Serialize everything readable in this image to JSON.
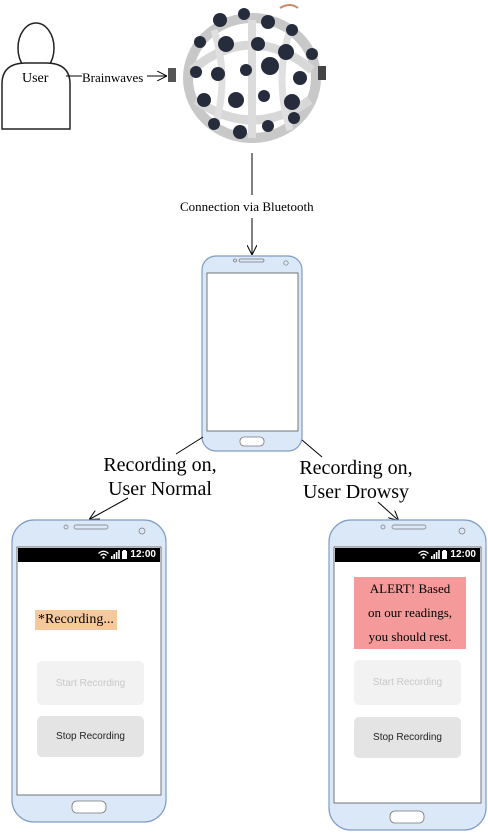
{
  "user": {
    "label": "User"
  },
  "brainwaves": {
    "label": "Brainwaves"
  },
  "connection": {
    "label": "Connection via Bluetooth"
  },
  "branches": {
    "left": {
      "line1": "Recording on,",
      "line2": "User Normal"
    },
    "right": {
      "line1": "Recording on,",
      "line2": "User Drowsy"
    }
  },
  "phone_normal": {
    "time": "12:00",
    "status_text": "*Recording...",
    "start_label": "Start Recording",
    "stop_label": "Stop Recording"
  },
  "phone_drowsy": {
    "time": "12:00",
    "alert_line1": "ALERT! Based",
    "alert_line2": "on our readings,",
    "alert_line3": "you should rest.",
    "start_label": "Start Recording",
    "stop_label": "Stop Recording"
  },
  "colors": {
    "phone_body": "#dbe8f8",
    "phone_border": "#7f9bc4",
    "recording_chip": "#f6c99c",
    "alert_box": "#f59a9a",
    "status_bar": "#000000"
  },
  "icons": [
    "user-icon",
    "eeg-headset-icon",
    "wifi-icon",
    "signal-icon",
    "battery-icon"
  ]
}
